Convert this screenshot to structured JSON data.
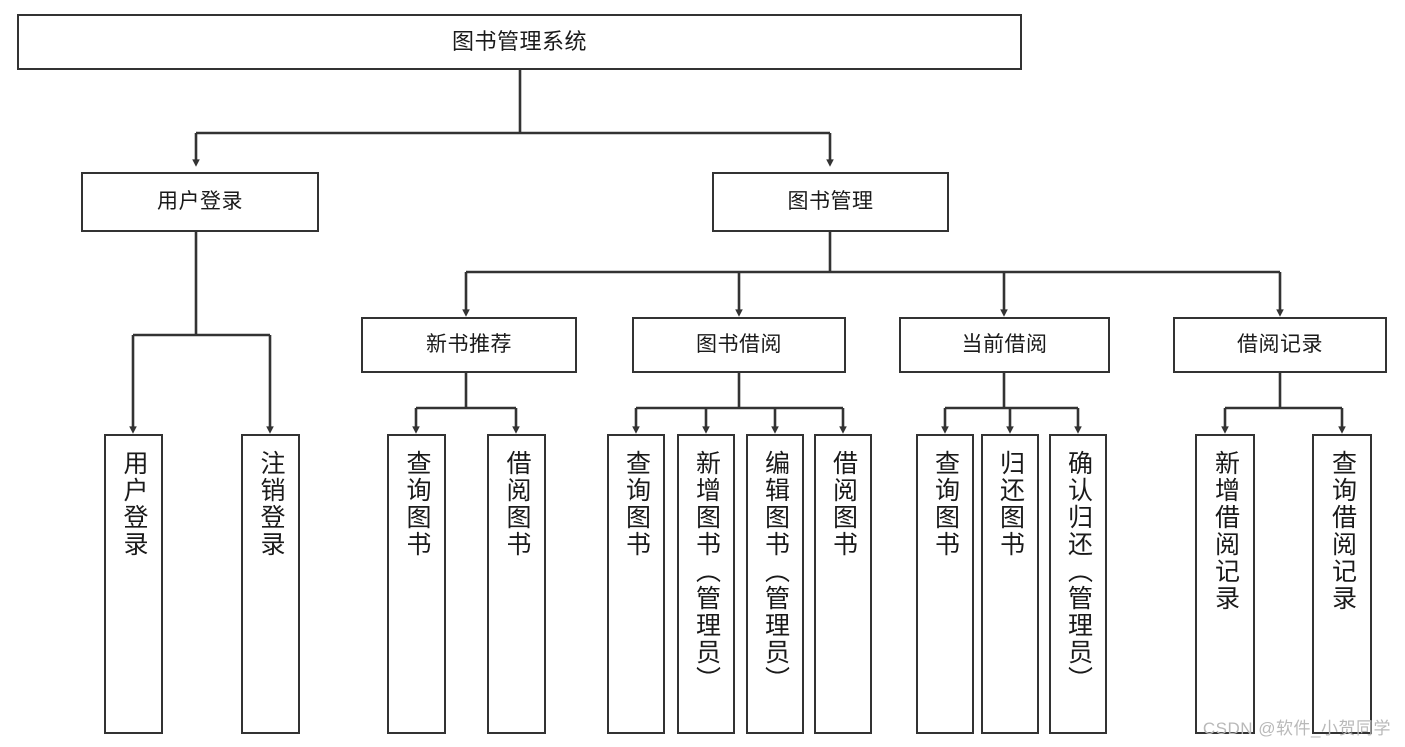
{
  "diagram": {
    "type": "tree-hierarchy",
    "title": "图书管理系统",
    "root": {
      "label": "图书管理系统"
    },
    "level2": [
      {
        "label": "用户登录"
      },
      {
        "label": "图书管理"
      }
    ],
    "level3": [
      {
        "label": "新书推荐"
      },
      {
        "label": "图书借阅"
      },
      {
        "label": "当前借阅"
      },
      {
        "label": "借阅记录"
      }
    ],
    "leaves": {
      "user_login": [
        {
          "label": "用户登录"
        },
        {
          "label": "注销登录"
        }
      ],
      "new_book_recommend": [
        {
          "label": "查询图书"
        },
        {
          "label": "借阅图书"
        }
      ],
      "book_borrow": [
        {
          "label": "查询图书"
        },
        {
          "label": "新增图书（管理员）"
        },
        {
          "label": "编辑图书（管理员）"
        },
        {
          "label": "借阅图书"
        }
      ],
      "current_borrow": [
        {
          "label": "查询图书"
        },
        {
          "label": "归还图书"
        },
        {
          "label": "确认归还（管理员）"
        }
      ],
      "borrow_record": [
        {
          "label": "新增借阅记录"
        },
        {
          "label": "查询借阅记录"
        }
      ]
    }
  },
  "watermark": {
    "text": "CSDN @软件_小贺同学"
  },
  "colors": {
    "stroke": "#333333",
    "text": "#1a1a1a",
    "background": "#ffffff",
    "watermark": "#b9b9b9"
  }
}
